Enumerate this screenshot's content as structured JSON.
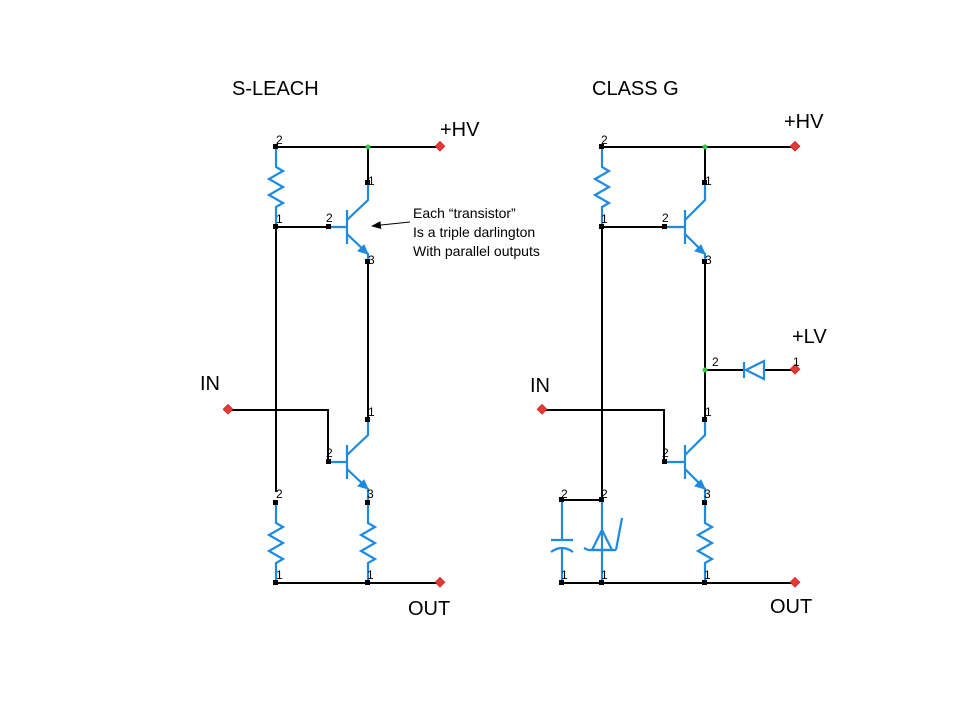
{
  "diagram": {
    "left_title": "S-LEACH",
    "right_title": "CLASS G",
    "left": {
      "hv_label": "+HV",
      "in_label": "IN",
      "out_label": "OUT"
    },
    "right": {
      "hv_label": "+HV",
      "lv_label": "+LV",
      "in_label": "IN",
      "out_label": "OUT"
    },
    "annotation": {
      "line1": "Each “transistor”",
      "line2": "Is a triple darlington",
      "line3": "With parallel outputs"
    },
    "pins": {
      "p1": "1",
      "p2": "2",
      "p3": "3"
    },
    "colors": {
      "component": "#1e8ae0",
      "wire": "#000000",
      "port": "#e53935",
      "junction": "#2ecc40"
    }
  }
}
